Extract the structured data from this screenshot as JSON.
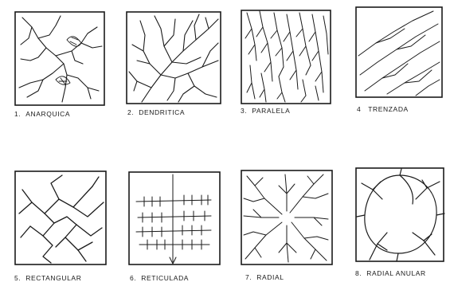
{
  "figure": {
    "panels": [
      {
        "number": "1.",
        "label": "ANARQUICA",
        "pattern": "anarchic"
      },
      {
        "number": "2.",
        "label": "DENDRITICA",
        "pattern": "dendritic"
      },
      {
        "number": "3.",
        "label": "PARALELA",
        "pattern": "parallel"
      },
      {
        "number": "4",
        "label": "TRENZADA",
        "pattern": "braided"
      },
      {
        "number": "5.",
        "label": "RECTANGULAR",
        "pattern": "rectangular"
      },
      {
        "number": "6.",
        "label": "RETICULADA",
        "pattern": "trellis"
      },
      {
        "number": "7.",
        "label": "RADIAL",
        "pattern": "radial"
      },
      {
        "number": "8.",
        "label": "RADIAL ANULAR",
        "pattern": "annular"
      }
    ],
    "line_color": "#1a1a1a",
    "background": "#ffffff"
  }
}
